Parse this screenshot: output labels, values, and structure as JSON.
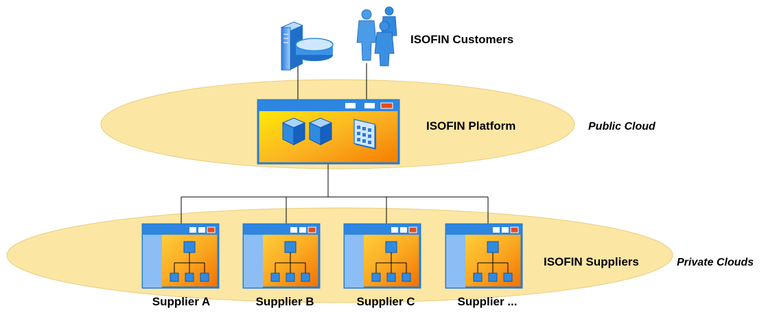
{
  "labels": {
    "customers": "ISOFIN Customers",
    "platform": "ISOFIN Platform",
    "public_cloud": "Public Cloud",
    "suppliers": "ISOFIN Suppliers",
    "private_clouds": "Private Clouds"
  },
  "suppliers": [
    {
      "name": "Supplier A"
    },
    {
      "name": "Supplier B"
    },
    {
      "name": "Supplier C"
    },
    {
      "name": "Supplier ..."
    }
  ],
  "icons": {
    "server": "server-icon",
    "database": "database-icon",
    "users": "users-icon",
    "service_cube": "cube-icon",
    "keypad": "keypad-icon",
    "hierarchy": "hierarchy-icon"
  },
  "colors": {
    "cloud_fill": "#FCE6A4",
    "cloud_stroke": "#E8CD7E",
    "window_border": "#1F7CD8",
    "window_titlebar": "#2E86E0",
    "close_button": "#E84A1A",
    "gradient_light": "#FFF200",
    "gradient_dark": "#F57C00",
    "icon_blue": "#2F8AE0",
    "connector": "#000000"
  }
}
